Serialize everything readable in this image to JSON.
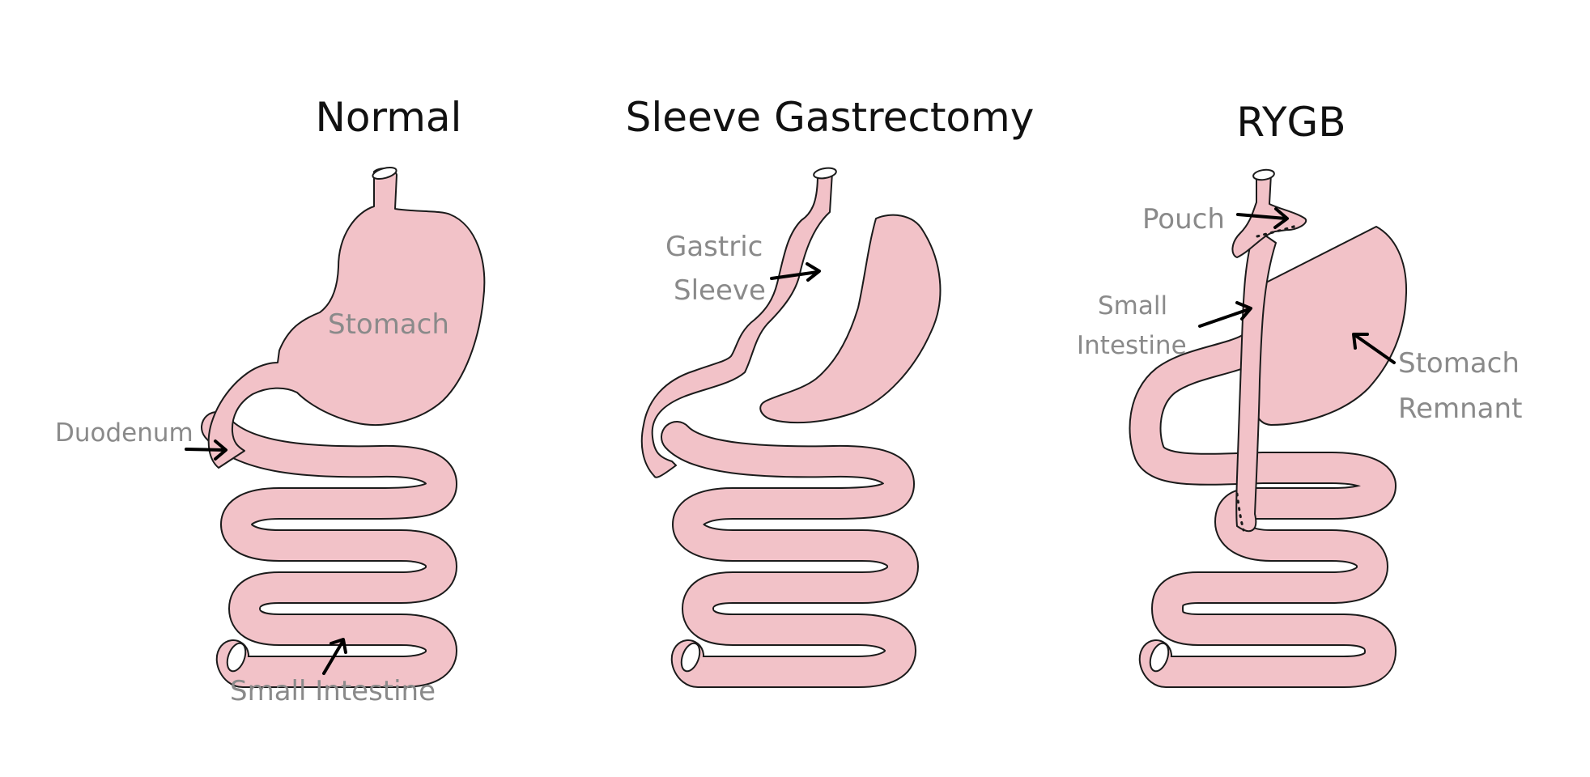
{
  "colors": {
    "tissue": "#f2c2c8",
    "outline": "#1b1b1b",
    "label": "#8a8a8a",
    "title": "#111111",
    "arrow": "#000000",
    "background": "#ffffff"
  },
  "panels": [
    {
      "id": "normal",
      "title": "Normal",
      "labels": {
        "stomach": "Stomach",
        "duodenum": "Duodenum",
        "small_intestine": "Small Intestine"
      }
    },
    {
      "id": "sleeve",
      "title": "Sleeve Gastrectomy",
      "labels": {
        "gastric_sleeve_line1": "Gastric",
        "gastric_sleeve_line2": "Sleeve"
      }
    },
    {
      "id": "rygb",
      "title": "RYGB",
      "labels": {
        "pouch": "Pouch",
        "small_intestine_line1": "Small",
        "small_intestine_line2": "Intestine",
        "stomach_remnant_line1": "Stomach",
        "stomach_remnant_line2": "Remnant"
      }
    }
  ]
}
